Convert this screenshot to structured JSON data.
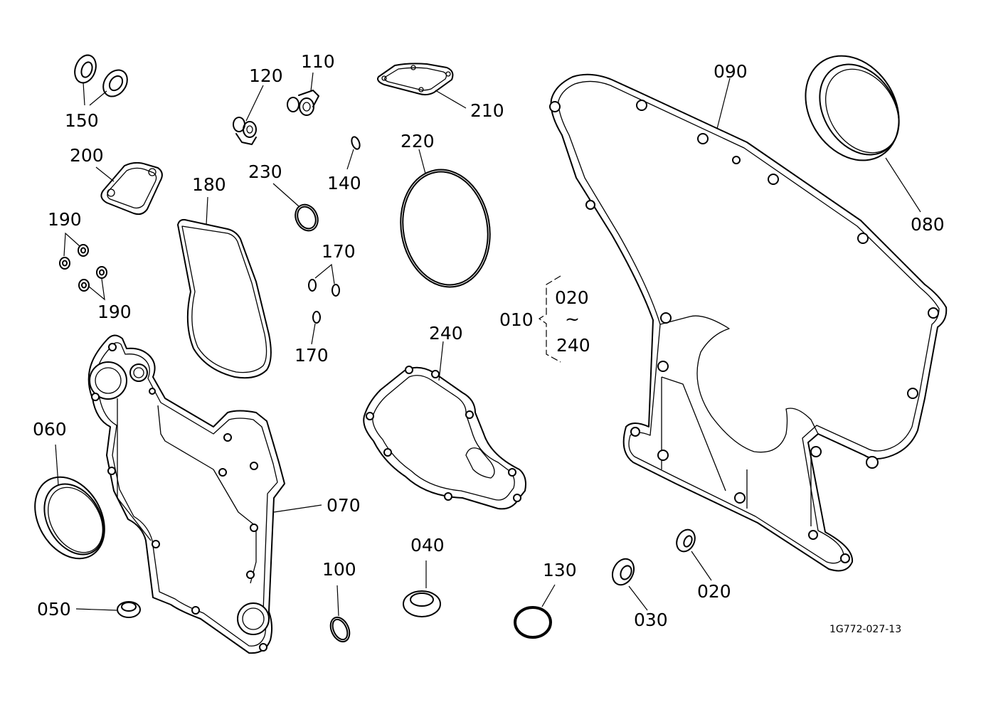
{
  "part_labels": {
    "p010": "010",
    "p020_range": "020",
    "p020": "020",
    "p030": "030",
    "p040": "040",
    "p050": "050",
    "p060": "060",
    "p070": "070",
    "p080": "080",
    "p090": "090",
    "p100": "100",
    "p110": "110",
    "p120": "120",
    "p130": "130",
    "p140": "140",
    "p150": "150",
    "p170_a": "170",
    "p170_b": "170",
    "p180": "180",
    "p190_a": "190",
    "p190_b": "190",
    "p200": "200",
    "p210": "210",
    "p220": "220",
    "p230": "230",
    "p240": "240",
    "p240_range": "240",
    "range_tilde": "~"
  },
  "drawing_ref": "1G772-027-13"
}
